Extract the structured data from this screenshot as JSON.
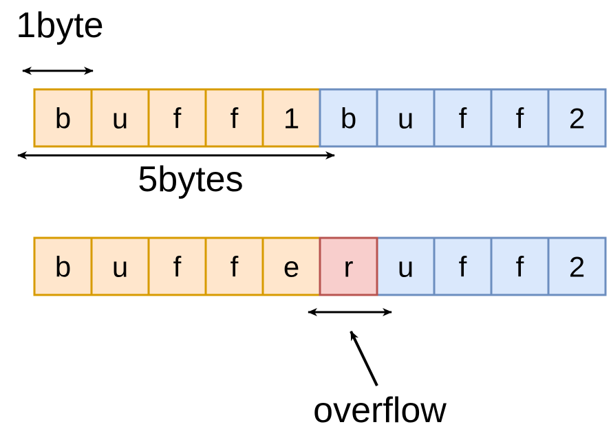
{
  "annotations": {
    "one_byte": "1byte",
    "five_bytes": "5bytes",
    "overflow": "overflow"
  },
  "rows": [
    {
      "cells": [
        {
          "char": "b",
          "kind": "buf1"
        },
        {
          "char": "u",
          "kind": "buf1"
        },
        {
          "char": "f",
          "kind": "buf1"
        },
        {
          "char": "f",
          "kind": "buf1"
        },
        {
          "char": "1",
          "kind": "buf1"
        },
        {
          "char": "b",
          "kind": "buf2"
        },
        {
          "char": "u",
          "kind": "buf2"
        },
        {
          "char": "f",
          "kind": "buf2"
        },
        {
          "char": "f",
          "kind": "buf2"
        },
        {
          "char": "2",
          "kind": "buf2"
        }
      ]
    },
    {
      "cells": [
        {
          "char": "b",
          "kind": "buf1"
        },
        {
          "char": "u",
          "kind": "buf1"
        },
        {
          "char": "f",
          "kind": "buf1"
        },
        {
          "char": "f",
          "kind": "buf1"
        },
        {
          "char": "e",
          "kind": "buf1"
        },
        {
          "char": "r",
          "kind": "overflow"
        },
        {
          "char": "u",
          "kind": "buf2"
        },
        {
          "char": "f",
          "kind": "buf2"
        },
        {
          "char": "f",
          "kind": "buf2"
        },
        {
          "char": "2",
          "kind": "buf2"
        }
      ]
    }
  ],
  "colors": {
    "buf1": {
      "fill": "#ffe6cc",
      "stroke": "#d79b00"
    },
    "buf2": {
      "fill": "#dae8fc",
      "stroke": "#6c8ebf"
    },
    "overflow": {
      "fill": "#f8cecc",
      "stroke": "#b85450"
    },
    "arrow": "#000000"
  }
}
